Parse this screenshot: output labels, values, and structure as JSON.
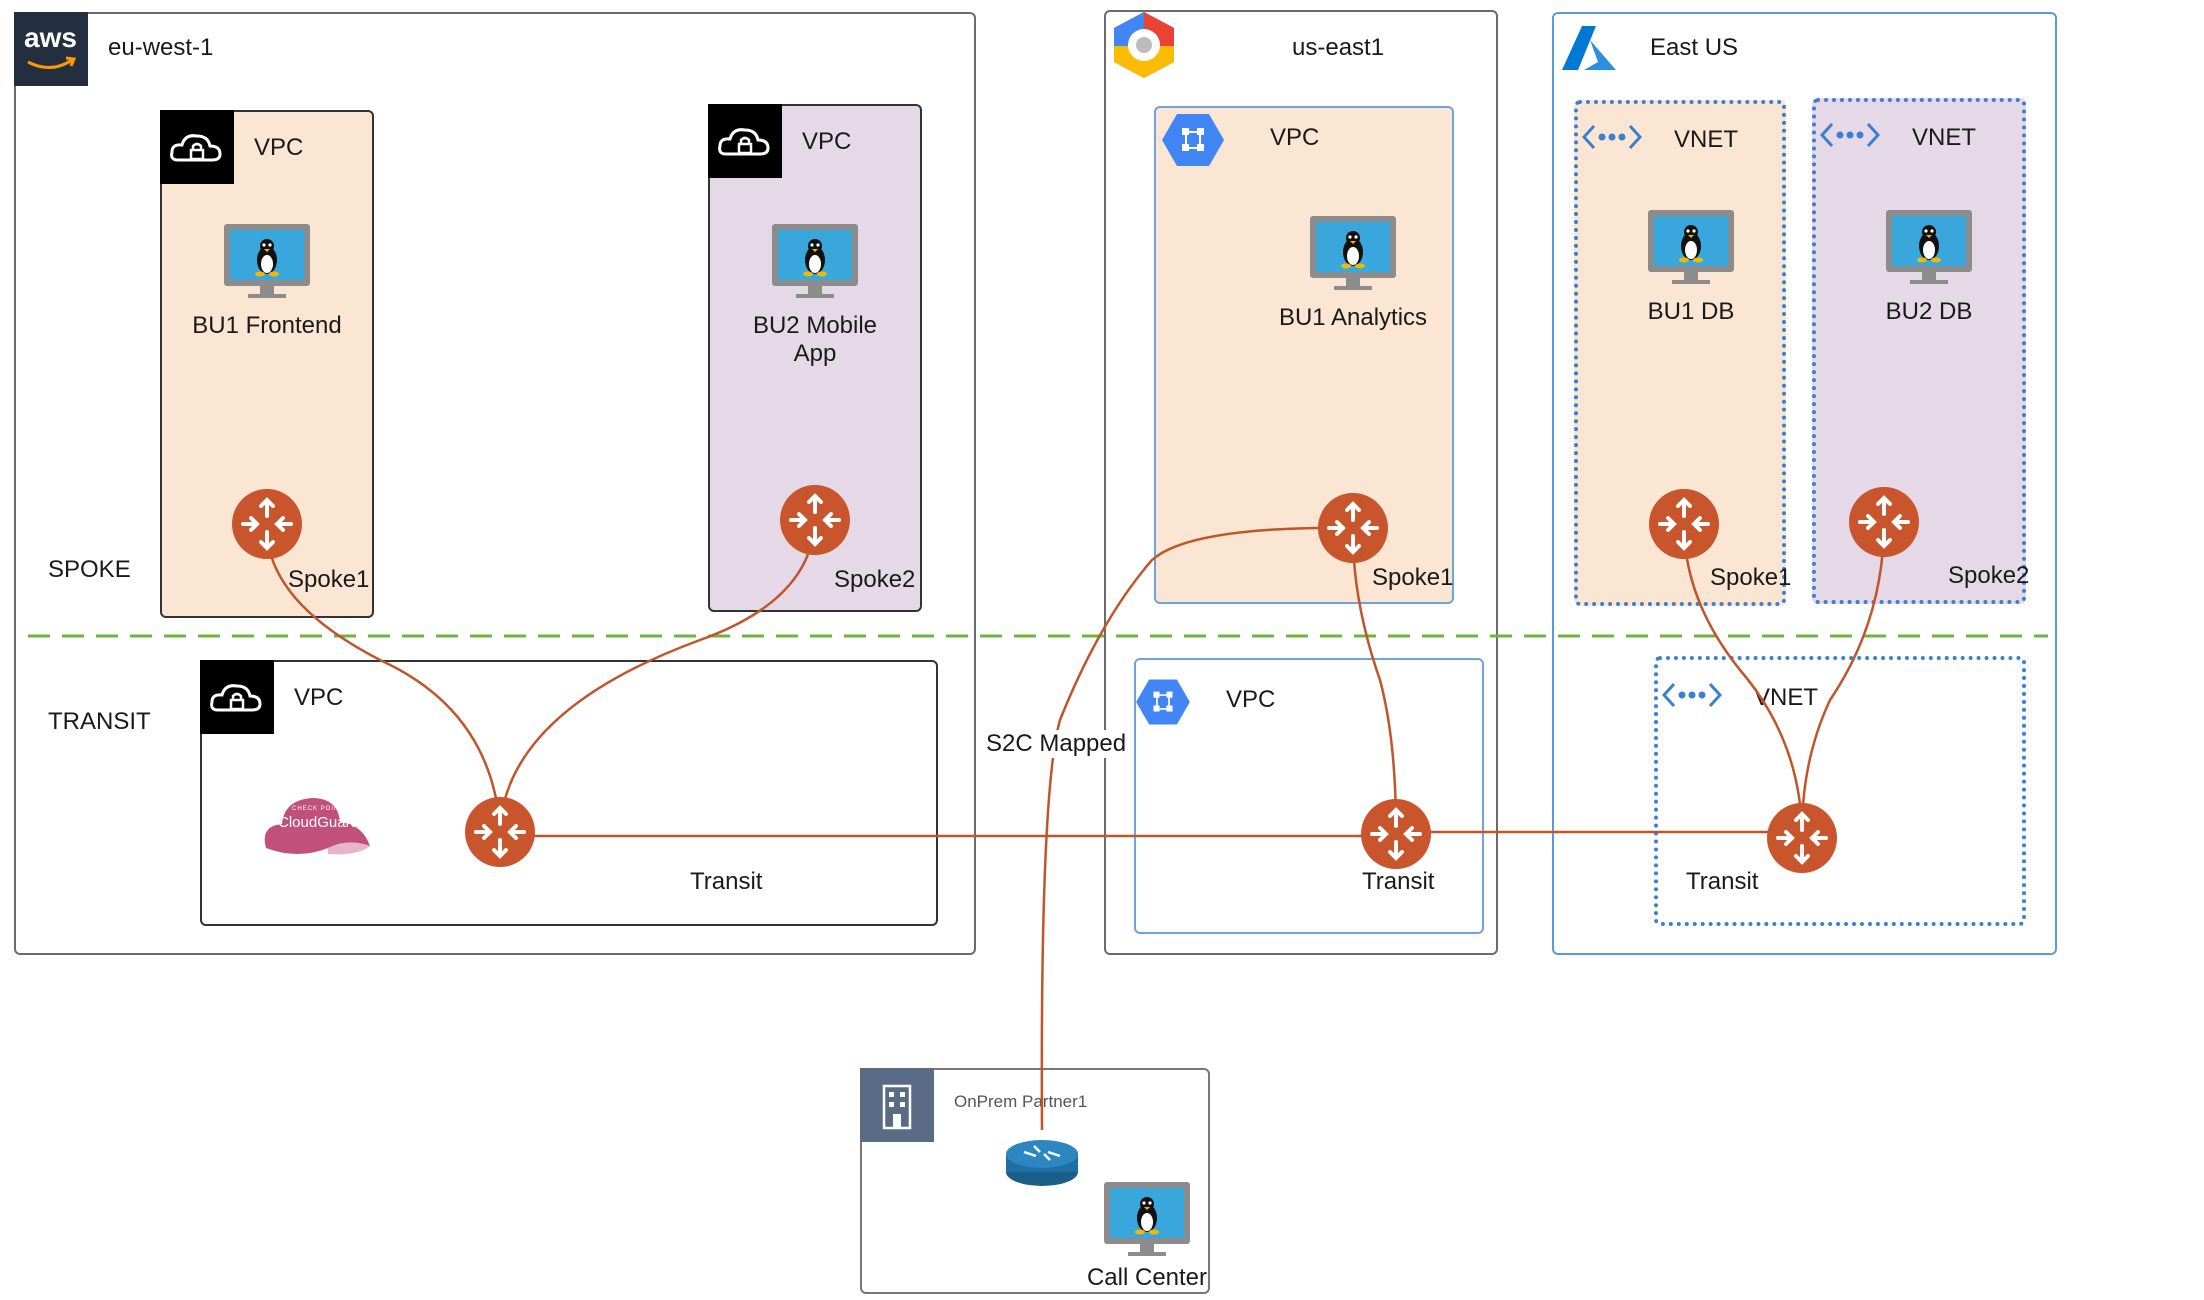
{
  "aws": {
    "region": "eu-west-1",
    "logo_text": "aws",
    "spoke1": {
      "vpc_label": "VPC",
      "vm_name": "BU1 Frontend",
      "gateway": "Spoke1"
    },
    "spoke2": {
      "vpc_label": "VPC",
      "vm_name_line1": "BU2 Mobile",
      "vm_name_line2": "App",
      "gateway": "Spoke2"
    },
    "transit": {
      "vpc_label": "VPC",
      "gateway": "Transit",
      "firewall_line1": "CHECK POINT",
      "firewall_line2": "CloudGuard"
    }
  },
  "gcp": {
    "region": "us-east1",
    "spoke1": {
      "vpc_label": "VPC",
      "vm_name": "BU1 Analytics",
      "gateway": "Spoke1"
    },
    "transit": {
      "vpc_label": "VPC",
      "gateway": "Transit"
    }
  },
  "azure": {
    "region": "East US",
    "spoke1": {
      "vnet_label": "VNET",
      "vm_name": "BU1 DB",
      "gateway": "Spoke1"
    },
    "spoke2": {
      "vnet_label": "VNET",
      "vm_name": "BU2 DB",
      "gateway": "Spoke2"
    },
    "transit": {
      "vnet_label": "VNET",
      "gateway": "Transit"
    }
  },
  "tiers": {
    "spoke": "SPOKE",
    "transit": "TRANSIT"
  },
  "s2c_label": "S2C Mapped",
  "onprem": {
    "name": "OnPrem Partner1",
    "vm_name": "Call Center"
  },
  "colors": {
    "gateway": "#c8552b",
    "line": "#c0552b",
    "divider": "#6cb33f",
    "peach": "#fae6d3",
    "lilac": "#e5d9e8",
    "azure_blue": "#3b7fd0"
  }
}
